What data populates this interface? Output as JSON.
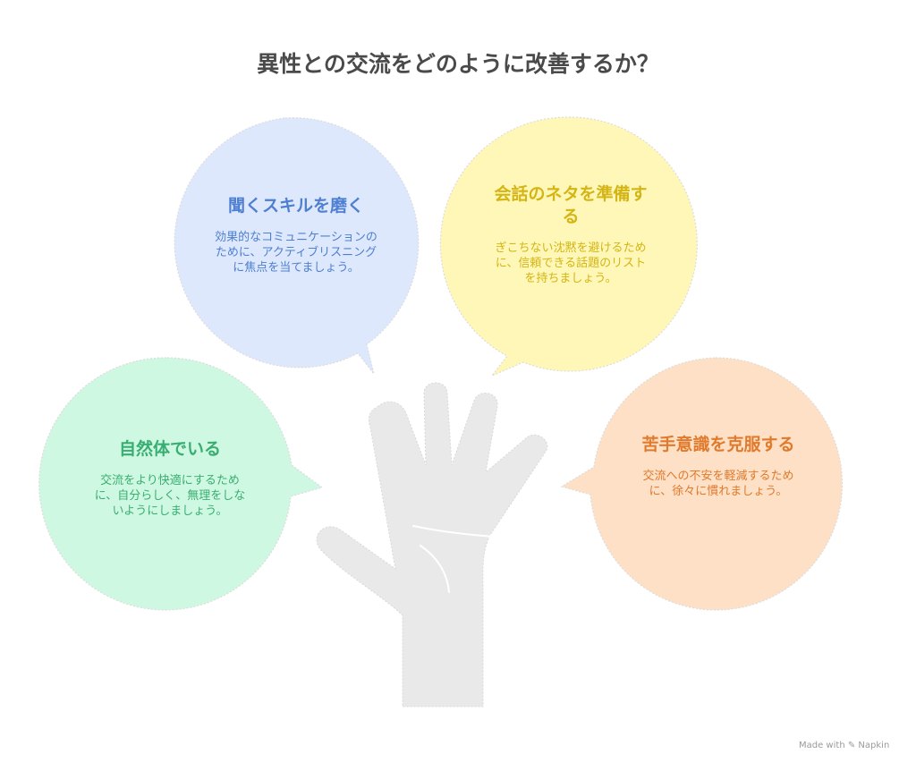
{
  "title": "異性との交流をどのように改善するか？",
  "bubbles": {
    "listen": {
      "heading": "聞くスキルを磨く",
      "body": "効果的なコミュニケーションのために、アクティブリスニングに焦点を当てましょう。",
      "color": "#4f7fd0",
      "fill": "#dde8fd"
    },
    "topics": {
      "heading": "会話のネタを準備する",
      "body": "ぎこちない沈黙を避けるために、信頼できる話題のリストを持ちましょう。",
      "color": "#d4b514",
      "fill": "#fef7b8"
    },
    "natural": {
      "heading": "自然体でいる",
      "body": "交流をより快適にするために、自分らしく、無理をしないようにしましょう。",
      "color": "#3aae72",
      "fill": "#cff8e2"
    },
    "overcome": {
      "heading": "苦手意識を克服する",
      "body": "交流への不安を軽減するために、徐々に慣れましょう。",
      "color": "#e07a2c",
      "fill": "#fde0c6"
    }
  },
  "hand_color": "#e9e9e9",
  "credit": {
    "made_with": "Made with",
    "brand": "Napkin"
  }
}
